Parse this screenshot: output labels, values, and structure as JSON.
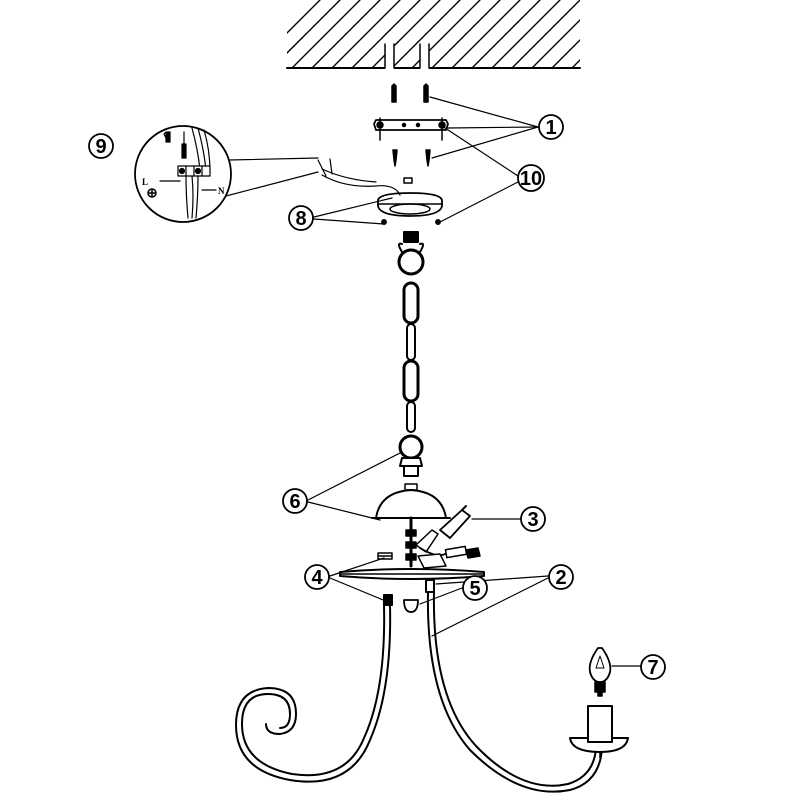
{
  "callouts": [
    {
      "id": "c1",
      "label": "1"
    },
    {
      "id": "c2",
      "label": "2"
    },
    {
      "id": "c3",
      "label": "3"
    },
    {
      "id": "c4",
      "label": "4"
    },
    {
      "id": "c5",
      "label": "5"
    },
    {
      "id": "c6",
      "label": "6"
    },
    {
      "id": "c7",
      "label": "7"
    },
    {
      "id": "c8",
      "label": "8"
    },
    {
      "id": "c9",
      "label": "9"
    },
    {
      "id": "c10",
      "label": "10"
    }
  ],
  "inset": {
    "live_label": "L",
    "neutral_label": "N"
  },
  "colors": {
    "line": "#000000",
    "background": "#ffffff"
  }
}
